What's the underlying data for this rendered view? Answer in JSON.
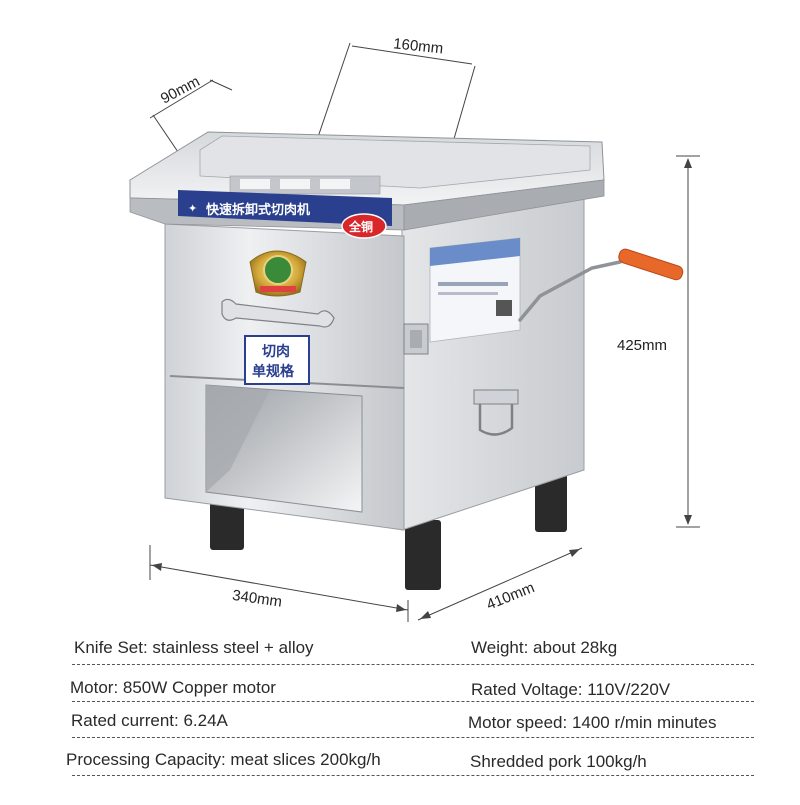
{
  "dimensions": {
    "top_depth": "90mm",
    "top_width": "160mm",
    "height": "425mm",
    "base_width": "340mm",
    "base_depth": "410mm"
  },
  "machine": {
    "name_plate": "快速拆卸式切肉机",
    "copper_badge": "全铜",
    "spec_plate_line1": "切肉",
    "spec_plate_line2": "单规格"
  },
  "specs": {
    "knife_set": "Knife Set: stainless steel + alloy",
    "weight": "Weight: about 28kg",
    "motor": "Motor: 850W Copper motor",
    "rated_voltage": "Rated Voltage: 110V/220V",
    "rated_current": "Rated current: 6.24A",
    "motor_speed": "Motor speed: 1400 r/min minutes",
    "processing_capacity": "Processing Capacity: meat slices 200kg/h",
    "shredded_pork": "Shredded pork 100kg/h"
  },
  "colors": {
    "steel_light": "#e8eaec",
    "steel_mid": "#c9ccd0",
    "steel_dark": "#8f9398",
    "label_blue": "#2b3f8f",
    "badge_red": "#d8262b",
    "handle_orange": "#e8682a",
    "leg_black": "#2a2a2a"
  }
}
